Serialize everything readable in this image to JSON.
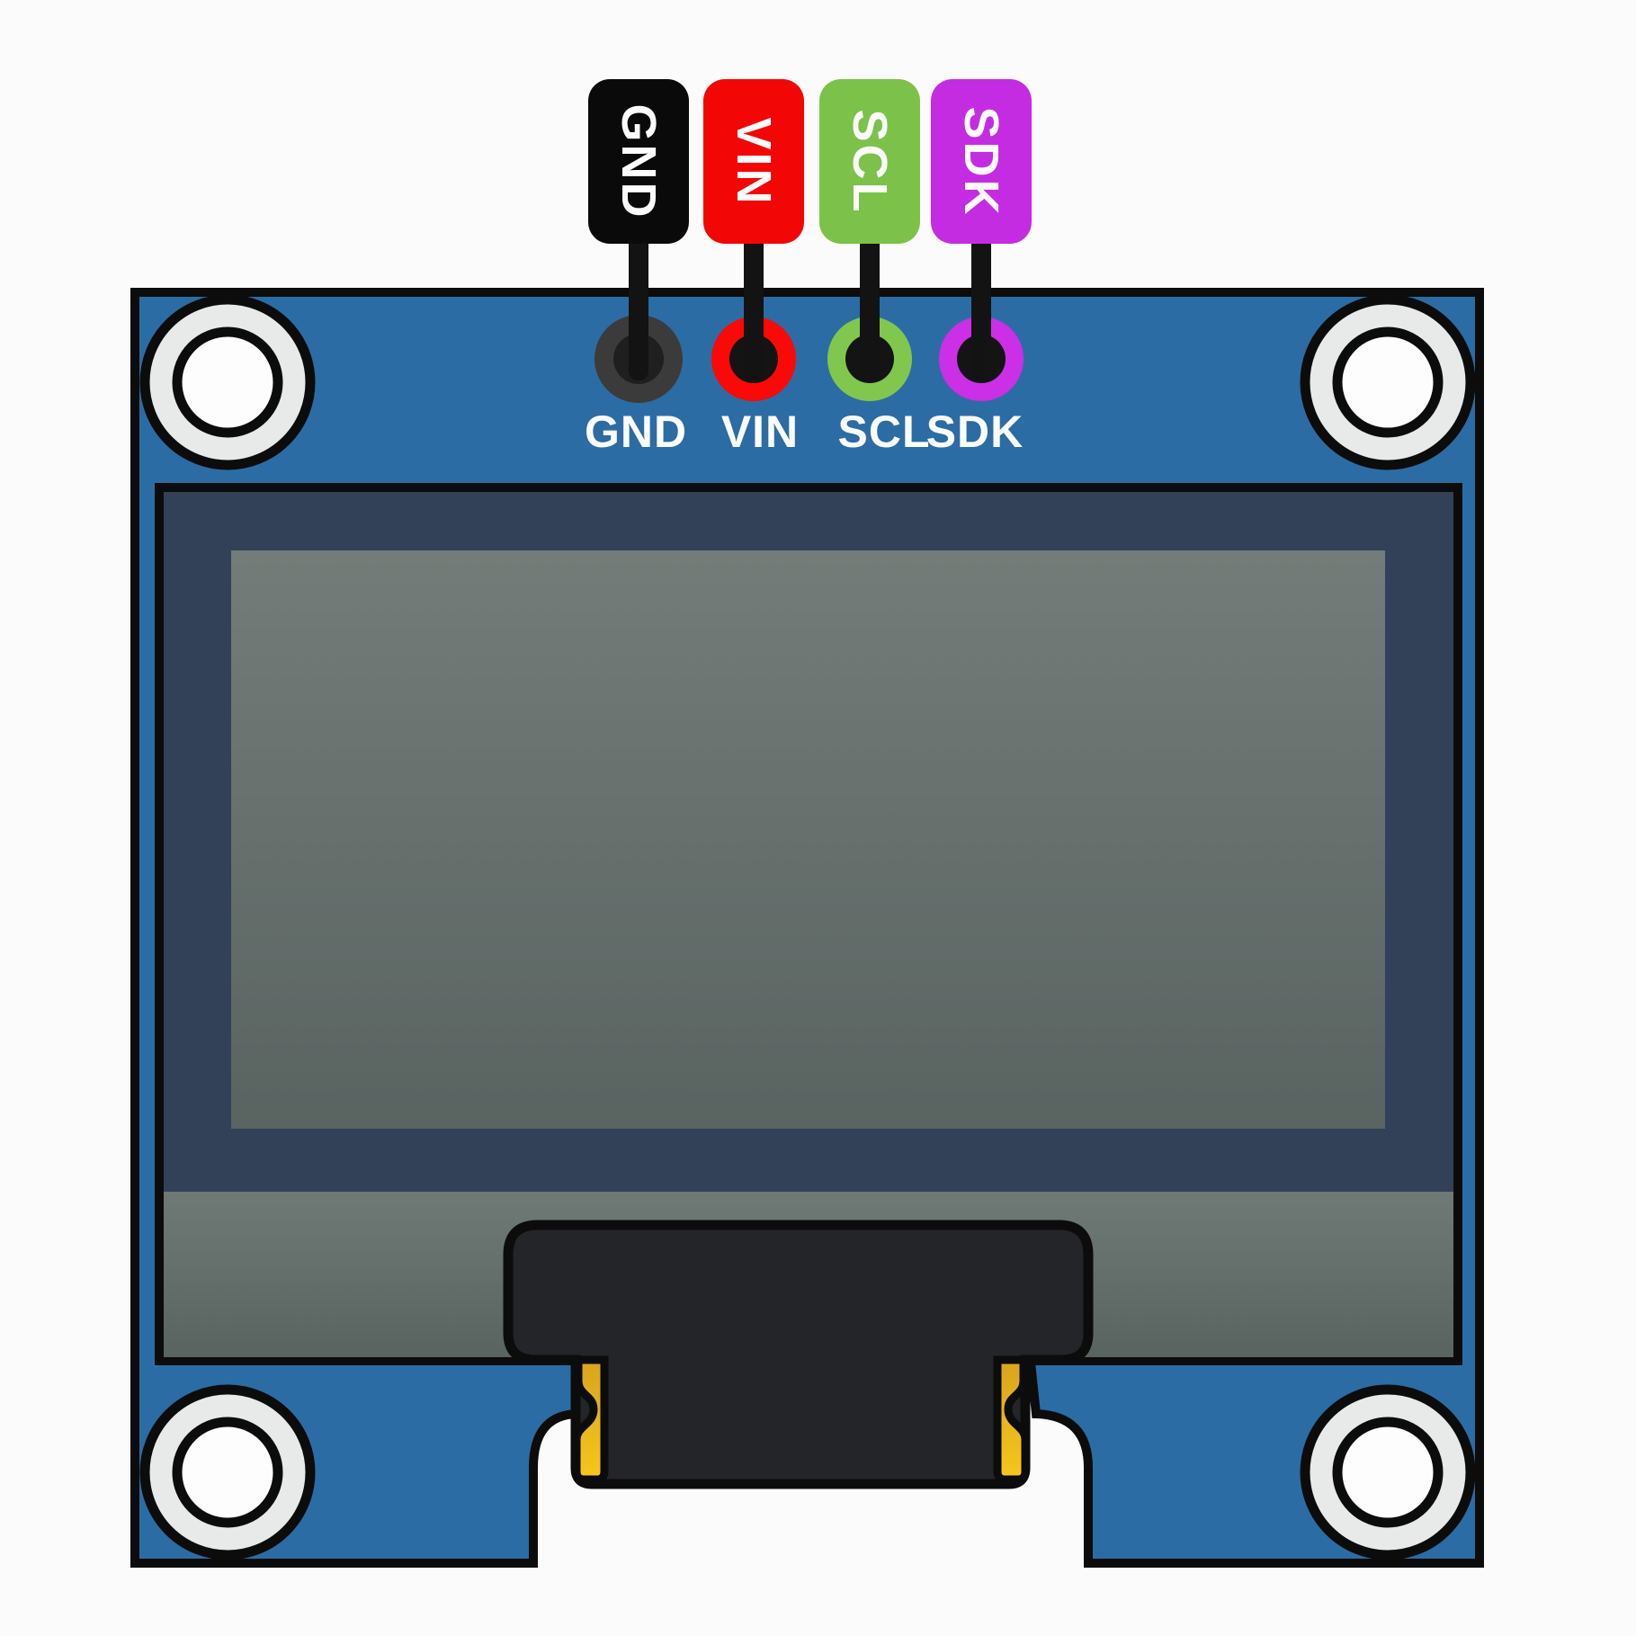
{
  "diagram": {
    "pins": [
      {
        "id": "gnd",
        "label": "GND",
        "chip_color": "#0A0A0A",
        "pad_color": "#3B3B3B",
        "pad_inner_color": "#1F1F1F"
      },
      {
        "id": "vin",
        "label": "VIN",
        "chip_color": "#F30606",
        "pad_color": "#FB0808",
        "pad_inner_color": "#141414"
      },
      {
        "id": "scl",
        "label": "SCL",
        "chip_color": "#7CC24A",
        "pad_color": "#81C74E",
        "pad_inner_color": "#141414"
      },
      {
        "id": "sdk",
        "label": "SDK",
        "chip_color": "#C42CE2",
        "pad_color": "#CB2FE6",
        "pad_inner_color": "#141414"
      }
    ],
    "colors": {
      "background": "#FBFBFB",
      "pcb_blue": "#2C6CA4",
      "outline": "#0C0C0C",
      "bezel_navy": "#324158",
      "screen_top": "#747C79",
      "screen_bottom": "#596360",
      "shelf_top": "#6F7976",
      "shelf_bottom": "#596461",
      "hole_ring": "#E8EAEA",
      "hole_center": "#FDFDFD",
      "connector": "#232528",
      "wire": "#131313",
      "pad_gold_top": "#D8A41E",
      "pad_gold_bottom": "#F6C71C",
      "label_text": "#FCFCFC"
    }
  }
}
